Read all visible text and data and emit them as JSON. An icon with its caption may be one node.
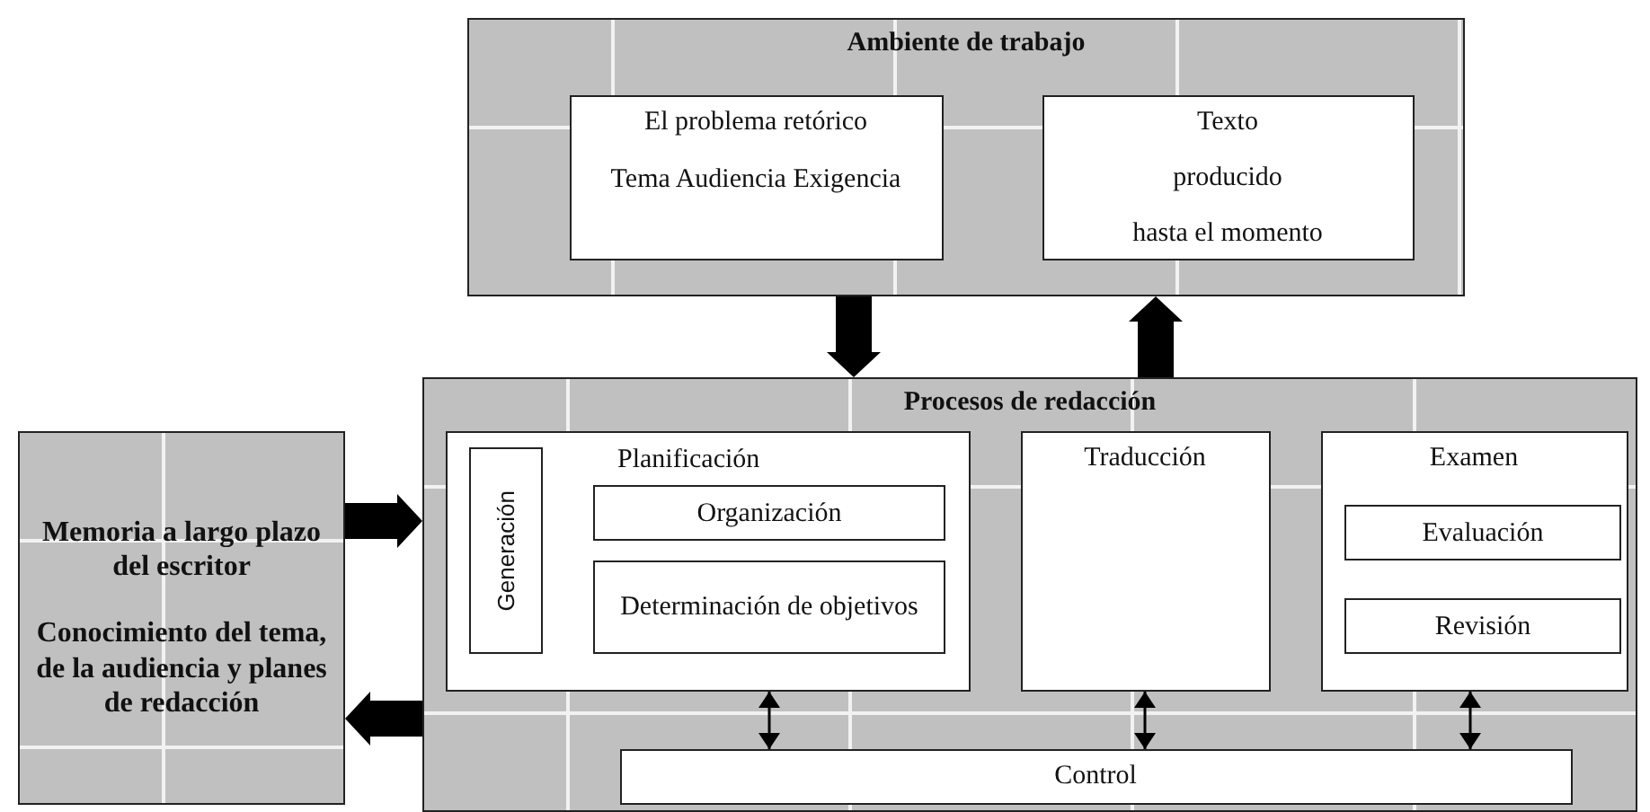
{
  "diagram": {
    "nodes": [
      {
        "text": [
          "Ambiente de trabajo"
        ]
      },
      {
        "text": [
          "El problema retórico",
          "Tema Audiencia Exigencia"
        ],
        "in": 0
      },
      {
        "text": [
          "Texto",
          "producido",
          "hasta el momento"
        ],
        "in": 0
      },
      {
        "text": [
          "Memoria a largo plazo del escritor",
          "Conocimiento del tema, de la audiencia y planes de redacción"
        ]
      },
      {
        "text": [
          "Procesos de redacción"
        ]
      },
      {
        "text": [
          "Planificación"
        ],
        "in": 4
      },
      {
        "text": [
          "Generación"
        ],
        "in": 5
      },
      {
        "text": [
          "Organización"
        ],
        "in": 5
      },
      {
        "text": [
          "Determinación de objetivos"
        ],
        "in": 5
      },
      {
        "text": [
          "Traducción"
        ],
        "in": 4
      },
      {
        "text": [
          "Examen"
        ],
        "in": 4
      },
      {
        "text": [
          "Evaluación"
        ],
        "in": 10
      },
      {
        "text": [
          "Revisión"
        ],
        "in": 10
      },
      {
        "text": [
          "Control"
        ],
        "in": 4
      }
    ],
    "edges": [
      {
        "from": 0,
        "to": 4,
        "arrow": "to"
      },
      {
        "from": 4,
        "to": 0,
        "arrow": "to"
      },
      {
        "from": 3,
        "to": 4,
        "arrow": "to"
      },
      {
        "from": 4,
        "to": 3,
        "arrow": "to"
      },
      {
        "from": 5,
        "to": 13,
        "arrow": "both"
      },
      {
        "from": 9,
        "to": 13,
        "arrow": "both"
      },
      {
        "from": 10,
        "to": 13,
        "arrow": "both"
      }
    ]
  }
}
